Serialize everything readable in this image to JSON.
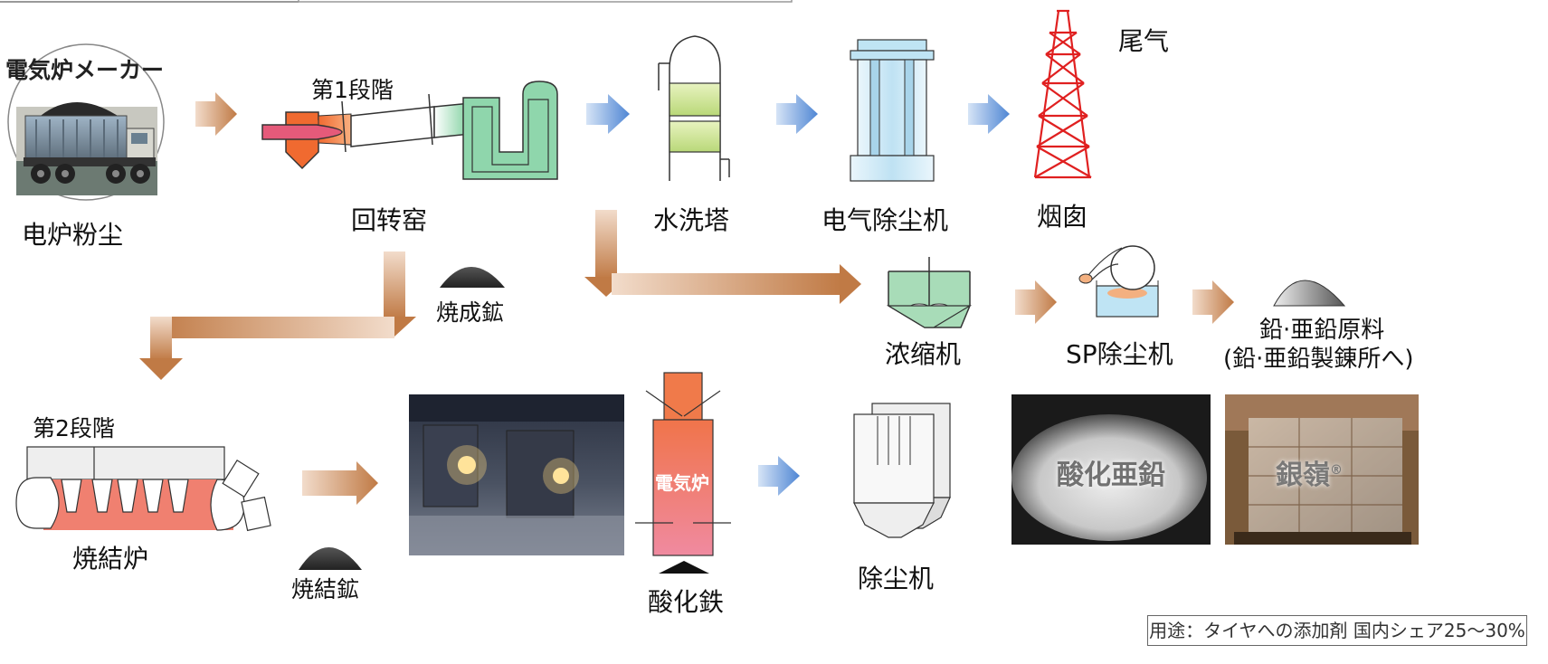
{
  "labels": {
    "eaf_maker": "電気炉メーカー",
    "eaf_dust": "电炉粉尘",
    "stage1": "第1段階",
    "rotary_kiln": "回转窑",
    "water_tower": "水洗塔",
    "esp": "电气除尘机",
    "chimney": "烟囱",
    "exhaust": "尾气",
    "calcined_ore": "焼成鉱",
    "thickener": "浓缩机",
    "sp_collector": "SP除尘机",
    "lead_zinc_material": "鉛·亜鉛原料",
    "lead_zinc_note": "(鉛·亜鉛製錬所へ)",
    "stage2": "第2段階",
    "sinter_furnace": "焼結炉",
    "sinter_ore": "焼結鉱",
    "electric_furnace": "電気炉",
    "iron_oxide": "酸化鉄",
    "dust_collector": "除尘机",
    "zinc_oxide": "酸化亜鉛",
    "ginrei": "銀嶺",
    "registered_mark": "®",
    "usage": "用途：タイヤへの添加剤 国内シェア25～30%"
  },
  "colors": {
    "arrow_copper": "#c48a5c",
    "arrow_blue": "#5b8fd6",
    "kiln_orange": "#f08040",
    "kiln_green": "#8fd0a8",
    "furnace_red": "#f07070",
    "chimney_red": "#e02020",
    "esp_blue": "#bfe4f4"
  }
}
